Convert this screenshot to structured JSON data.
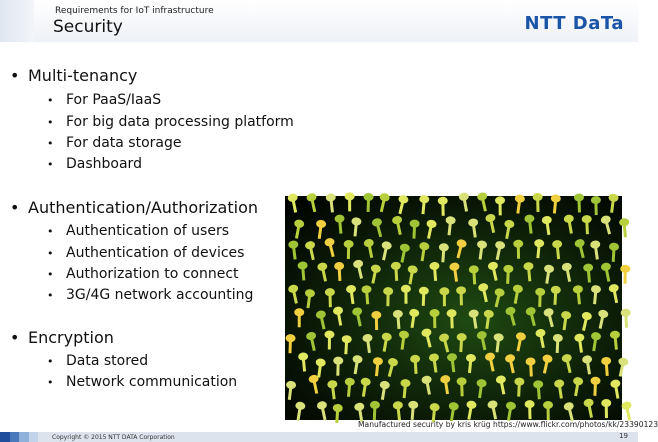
{
  "header": {
    "subtitle": "Requirements for IoT infrastructure",
    "title": "Security",
    "logo": "NTT DaTa"
  },
  "sections": [
    {
      "heading": "Multi-tenancy",
      "items": [
        "For PaaS/IaaS",
        "For big data processing platform",
        "For data storage",
        "Dashboard"
      ]
    },
    {
      "heading": "Authentication/Authorization",
      "items": [
        "Authentication of users",
        "Authentication of devices",
        "Authorization to connect",
        "3G/4G network accounting"
      ]
    },
    {
      "heading": "Encryption",
      "items": [
        "Data stored",
        "Network communication"
      ]
    }
  ],
  "bullet": "•",
  "photo": {
    "caption": "Manufactured security by kris krüg https://www.flickr.com/photos/kk/23390123",
    "key_colors": [
      "#c8d84a",
      "#e0e860",
      "#9fc436",
      "#f0d040",
      "#d9e27a",
      "#b7cf3c"
    ]
  },
  "footer": {
    "copyright": "Copyright © 2015 NTT DATA Corporation",
    "page_number": "19",
    "block_colors": [
      "#1f4f9c",
      "#4b79bd",
      "#8fb0da",
      "#c3d4ea"
    ]
  }
}
